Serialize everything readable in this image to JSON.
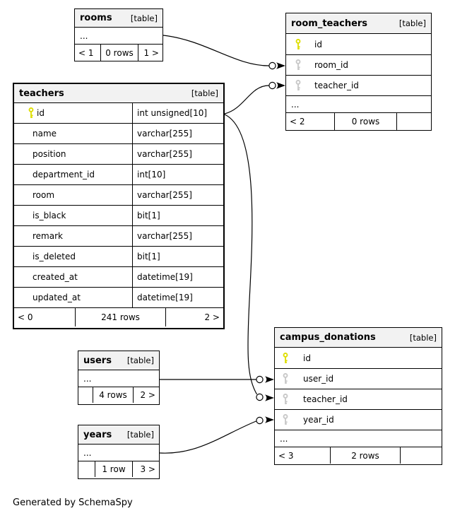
{
  "diagram": {
    "generated_by": "Generated by SchemaSpy"
  },
  "colors": {
    "primary_key": "#dede00",
    "foreign_key": "#c8c8c8",
    "header_bg": "#f2f2f2",
    "border": "#000000",
    "line": "#000000"
  },
  "tables": {
    "rooms": {
      "name": "rooms",
      "tag": "[table]",
      "ellipsis": "...",
      "footer": {
        "left": "< 1",
        "center": "0 rows",
        "right": "1 >"
      }
    },
    "room_teachers": {
      "name": "room_teachers",
      "tag": "[table]",
      "ellipsis": "...",
      "columns": [
        {
          "name": "id",
          "key": "primary"
        },
        {
          "name": "room_id",
          "key": "foreign"
        },
        {
          "name": "teacher_id",
          "key": "foreign"
        }
      ],
      "footer": {
        "left": "< 2",
        "center": "0 rows",
        "right": ""
      }
    },
    "teachers": {
      "name": "teachers",
      "tag": "[table]",
      "columns": [
        {
          "name": "id",
          "type": "int unsigned[10]",
          "key": "primary"
        },
        {
          "name": "name",
          "type": "varchar[255]"
        },
        {
          "name": "position",
          "type": "varchar[255]"
        },
        {
          "name": "department_id",
          "type": "int[10]"
        },
        {
          "name": "room",
          "type": "varchar[255]"
        },
        {
          "name": "is_black",
          "type": "bit[1]"
        },
        {
          "name": "remark",
          "type": "varchar[255]"
        },
        {
          "name": "is_deleted",
          "type": "bit[1]"
        },
        {
          "name": "created_at",
          "type": "datetime[19]"
        },
        {
          "name": "updated_at",
          "type": "datetime[19]"
        }
      ],
      "footer": {
        "left": "< 0",
        "center": "241 rows",
        "right": "2 >"
      }
    },
    "users": {
      "name": "users",
      "tag": "[table]",
      "ellipsis": "...",
      "footer": {
        "left": "",
        "center": "4 rows",
        "right": "2 >"
      }
    },
    "years": {
      "name": "years",
      "tag": "[table]",
      "ellipsis": "...",
      "footer": {
        "left": "",
        "center": "1 row",
        "right": "3 >"
      }
    },
    "campus_donations": {
      "name": "campus_donations",
      "tag": "[table]",
      "ellipsis": "...",
      "columns": [
        {
          "name": "id",
          "key": "primary"
        },
        {
          "name": "user_id",
          "key": "foreign"
        },
        {
          "name": "teacher_id",
          "key": "foreign"
        },
        {
          "name": "year_id",
          "key": "foreign"
        }
      ],
      "footer": {
        "left": "< 3",
        "center": "2 rows",
        "right": ""
      }
    }
  },
  "relationships": [
    {
      "from": "rooms",
      "to": "room_teachers.room_id"
    },
    {
      "from": "teachers.id",
      "to": "room_teachers.teacher_id"
    },
    {
      "from": "teachers.id",
      "to": "campus_donations.teacher_id"
    },
    {
      "from": "users",
      "to": "campus_donations.user_id"
    },
    {
      "from": "years",
      "to": "campus_donations.year_id"
    }
  ]
}
